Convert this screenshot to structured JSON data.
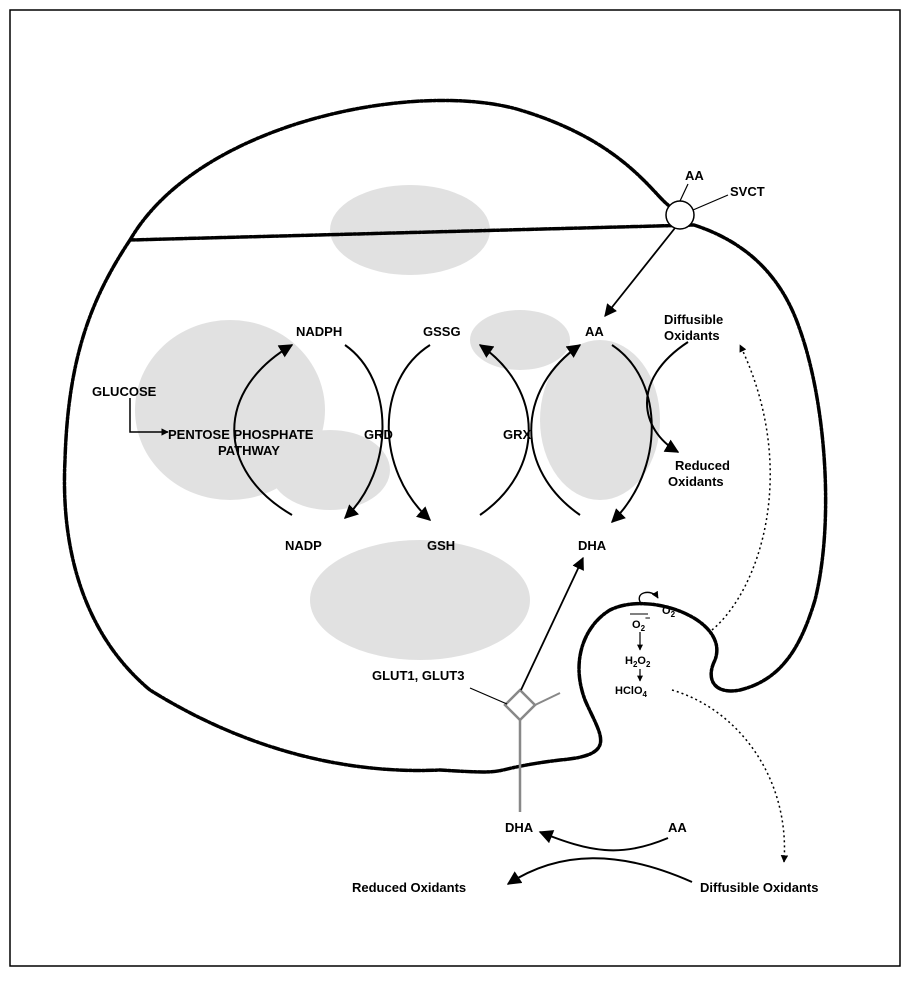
{
  "labels": {
    "aa_top": "AA",
    "svct": "SVCT",
    "nadph": "NADPH",
    "gssg": "GSSG",
    "aa_mid": "AA",
    "diffusible_oxidants_1": "Diffusible",
    "diffusible_oxidants_2": "Oxidants",
    "glucose": "GLUCOSE",
    "pentose_1": "PENTOSE PHOSPHATE",
    "pentose_2": "PATHWAY",
    "grd": "GRD",
    "grx": "GRX",
    "reduced_oxidants_1": "Reduced",
    "reduced_oxidants_2": "Oxidants",
    "nadp": "NADP",
    "gsh": "GSH",
    "dha_mid": "DHA",
    "glut": "GLUT1, GLUT3",
    "dha_bottom": "DHA",
    "aa_bottom": "AA",
    "reduced_oxidants_bottom": "Reduced Oxidants",
    "diffusible_oxidants_bottom": "Diffusible Oxidants",
    "superoxide_base": "O",
    "superoxide_sub": "2",
    "superoxide_sup": "−",
    "oxygen_base": "O",
    "oxygen_sub": "2",
    "h2o2_h": "H",
    "h2o2_sub1": "2",
    "h2o2_o": "O",
    "h2o2_sub2": "2",
    "hclo4_base": "HClO",
    "hclo4_sub": "4"
  }
}
